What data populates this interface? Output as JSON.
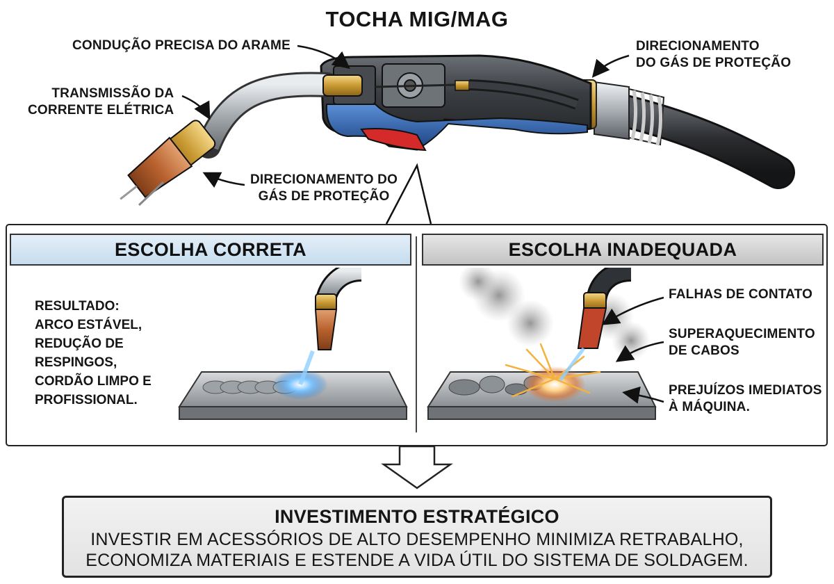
{
  "title": "TOCHA MIG/MAG",
  "callouts": {
    "wire_guide": "CONDUÇÃO PRECISA DO ARAME",
    "gas_direction_rear": [
      "DIRECIONAMENTO",
      "DO GÁS DE PROTEÇÃO"
    ],
    "current_transmission": [
      "TRANSMISSÃO DA",
      "CORRENTE ELÉTRICA"
    ],
    "gas_direction_nozzle": [
      "DIRECIONAMENTO DO",
      "GÁS DE PROTEÇÃO"
    ]
  },
  "left_panel": {
    "heading": "ESCOLHA CORRETA",
    "result_lines": [
      "RESULTADO:",
      "ARCO ESTÁVEL,",
      "REDUÇÃO DE",
      "RESPINGOS,",
      "CORDÃO LIMPO E",
      "PROFISSIONAL."
    ]
  },
  "right_panel": {
    "heading": "ESCOLHA INADEQUADA",
    "issue_1": "FALHAS DE CONTATO",
    "issue_2": [
      "SUPERAQUECIMENTO",
      "DE CABOS"
    ],
    "issue_3": [
      "PREJUÍZOS IMEDIATOS",
      "À MÁQUINA."
    ]
  },
  "bottom": {
    "title": "INVESTIMENTO ESTRATÉGICO",
    "body_lines": [
      "INVESTIR EM ACESSÓRIOS DE ALTO DESEMPENHO MINIMIZA RETRABALHO,",
      "ECONOMIZA MATERIAIS E ESTENDE A VIDA ÚTIL DO SISTEMA DE SOLDAGEM."
    ]
  },
  "colors": {
    "torch_body": "#2f3236",
    "handle_blue": "#2f5fa8",
    "trigger_red": "#d42a2a",
    "copper": "#c7743d",
    "brass": "#d6a64a",
    "panel_good": "#d2e4f2",
    "panel_bad": "#d3d3d3",
    "arc_blue": "#5fb4ff"
  }
}
